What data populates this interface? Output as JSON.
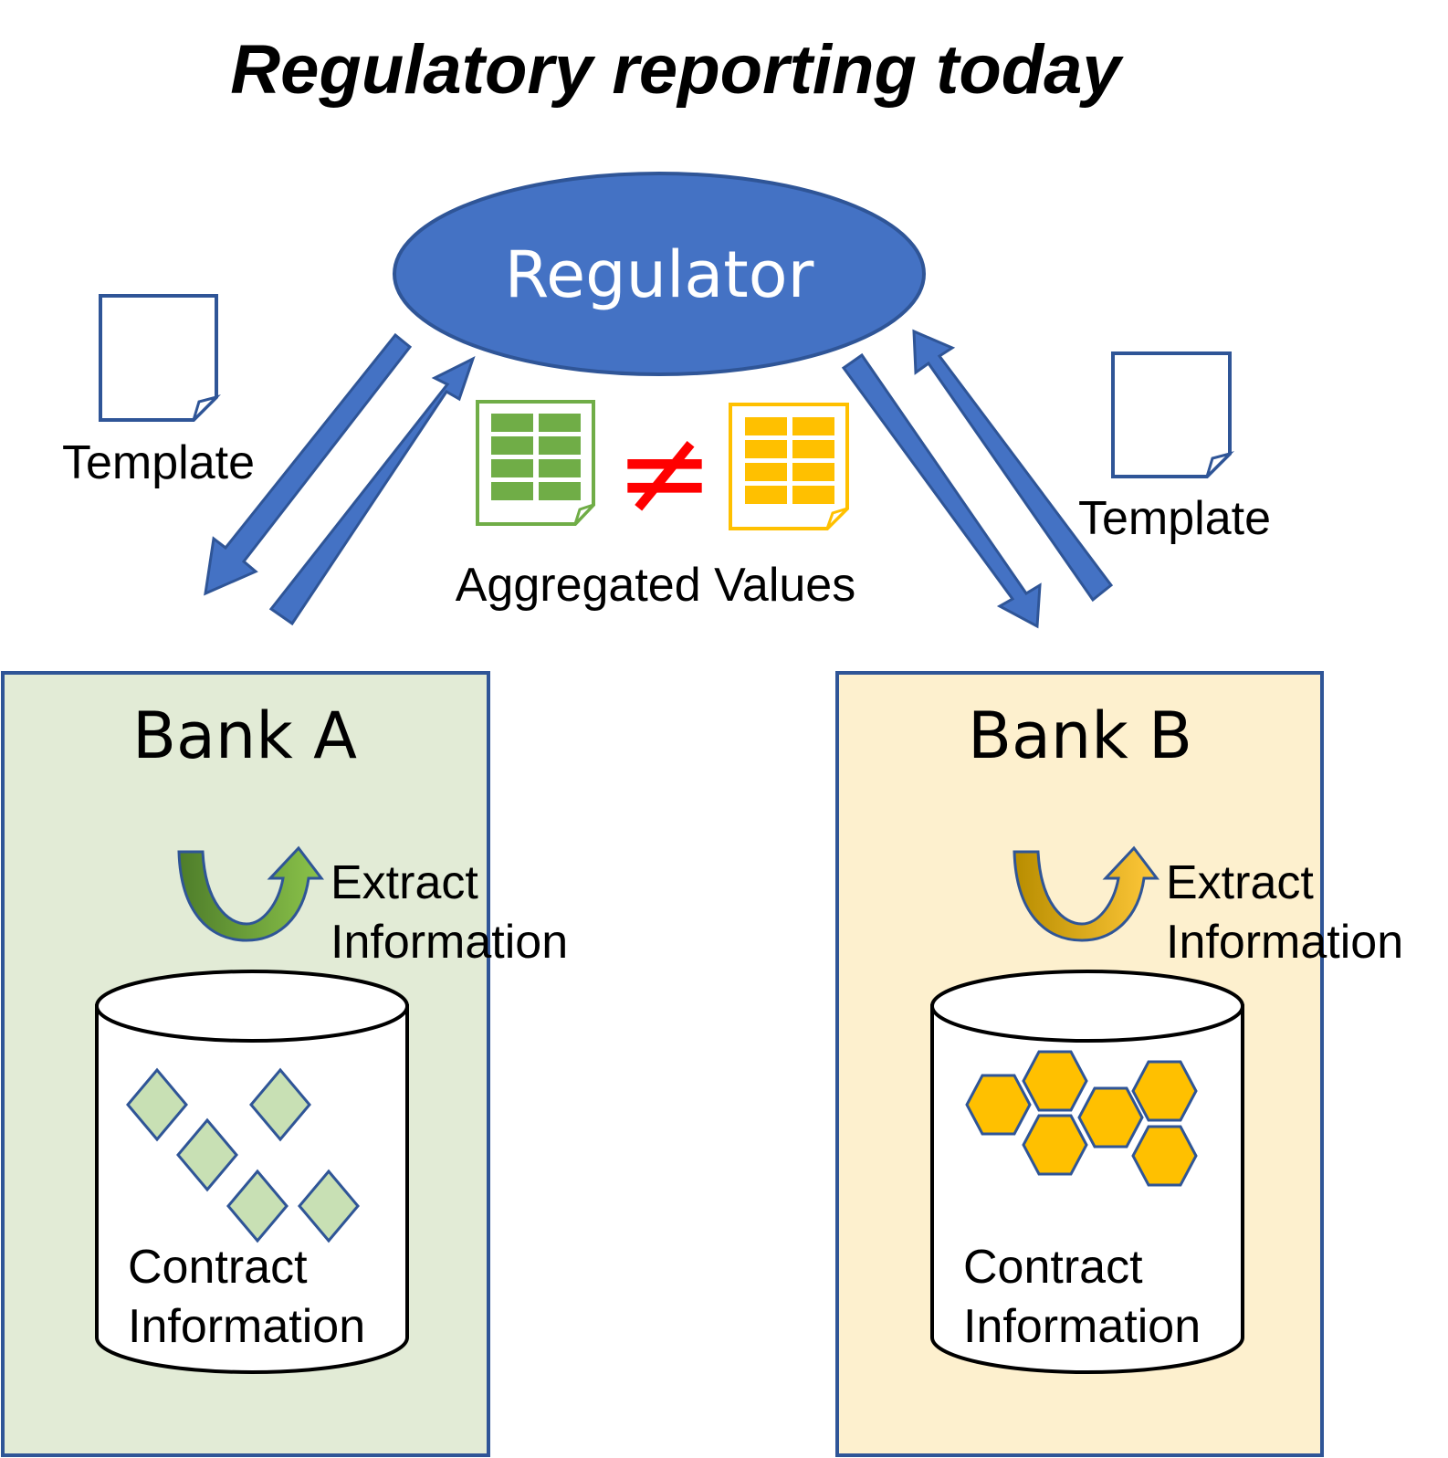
{
  "title": "Regulatory reporting today",
  "regulator": {
    "label": "Regulator",
    "color": "#4472c4"
  },
  "aggregated_values_label": "Aggregated Values",
  "not_equal_symbol": "≠",
  "templates": {
    "left_label": "Template",
    "right_label": "Template"
  },
  "arrow_color": "#4472c4",
  "bank_a": {
    "label": "Bank A",
    "extract_label_line1": "Extract",
    "extract_label_line2": "Information",
    "db_label_line1": "Contract",
    "db_label_line2": "Information",
    "fill_color": "#e2ebd6",
    "accent_color": "#70ad47",
    "shape_icon": "diamond-icon"
  },
  "bank_b": {
    "label": "Bank B",
    "extract_label_line1": "Extract",
    "extract_label_line2": "Information",
    "db_label_line1": "Contract",
    "db_label_line2": "Information",
    "fill_color": "#fdf0ce",
    "accent_color": "#ffc000",
    "shape_icon": "hexagon-icon"
  }
}
